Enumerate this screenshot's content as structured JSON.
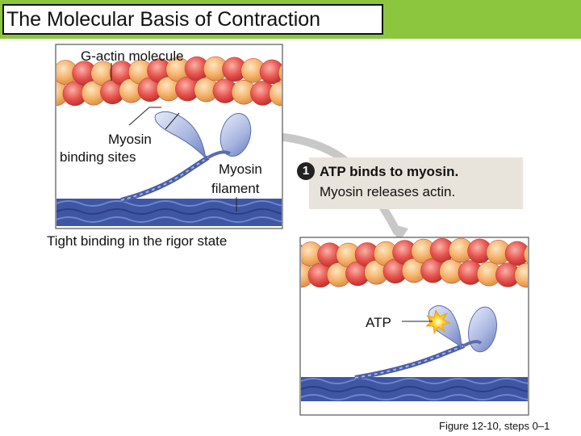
{
  "title": "The Molecular Basis of Contraction",
  "panel_top": {
    "label_gactin": "G-actin molecule",
    "label_binding_1": "Myosin",
    "label_binding_2": "binding sites",
    "label_filament_1": "Myosin",
    "label_filament_2": "filament",
    "caption": "Tight binding in the rigor state"
  },
  "step": {
    "number": "1",
    "line1": "ATP binds to myosin.",
    "line2": "Myosin releases actin."
  },
  "panel_bottom": {
    "label_atp": "ATP"
  },
  "figure_caption": "Figure 12-10, steps 0–1",
  "colors": {
    "title_bar": "#8cc63f",
    "actin_red": "#e8544e",
    "actin_peach": "#f6b36c",
    "myosin_head": "#a7b4df",
    "thick_filament": "#3e56a3",
    "step_box": "#e9e4db",
    "arrow": "#c8c8c8",
    "atp_burst": "#ffd21a"
  }
}
